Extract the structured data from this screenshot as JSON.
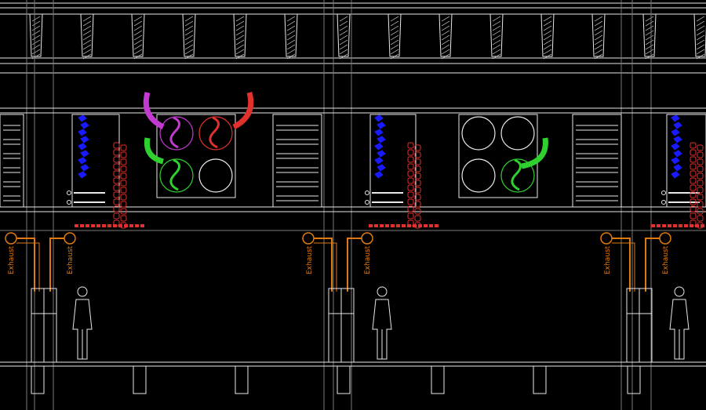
{
  "drawing": {
    "background": "#000000",
    "line_color": "#e8e8e8",
    "exhaust_color": "#e07a10",
    "colors": {
      "red": "#e0312c",
      "blue": "#1a1aff",
      "green": "#2ed12e",
      "magenta": "#c33ad0"
    }
  },
  "exhaust_labels": {
    "bay1_left": "Exhaust",
    "bay1_right": "Exhaust",
    "bay2_left": "Exhaust",
    "bay2_right": "Exhaust",
    "bay3_left": "Exhaust",
    "bay3_right": "Exhaust"
  },
  "icons": [
    "hatched-beam-icon",
    "human-figure-icon",
    "fan-circle-icon",
    "exhaust-valve-icon"
  ]
}
